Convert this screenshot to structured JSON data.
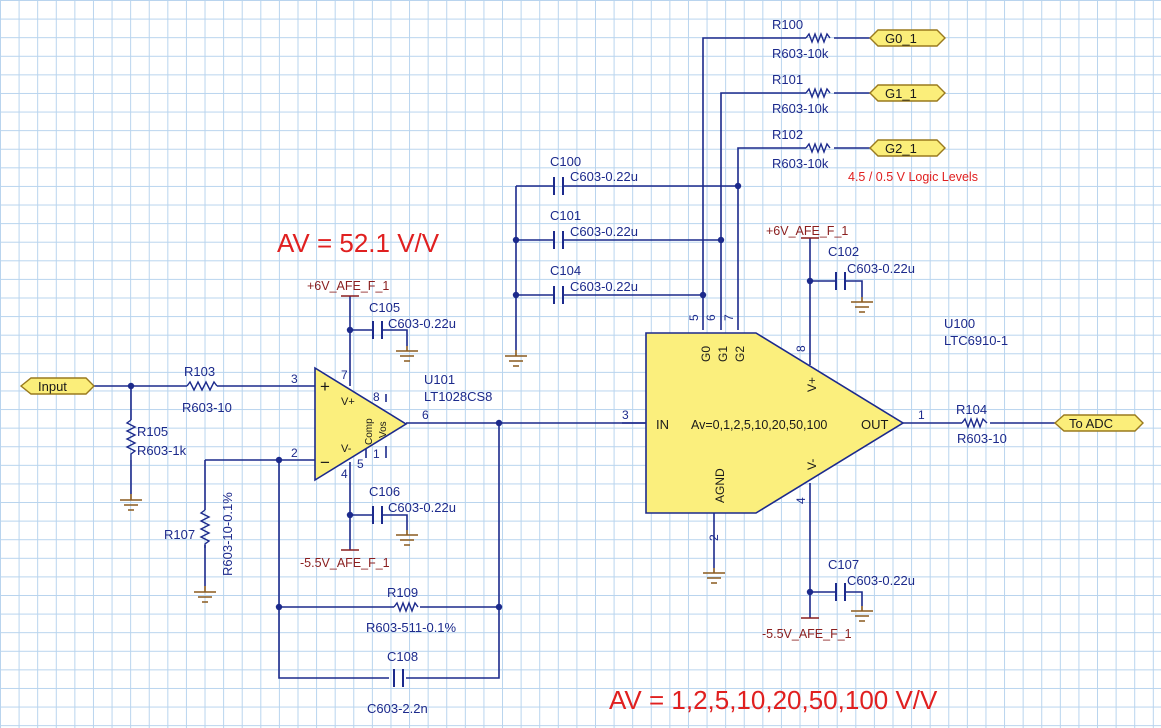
{
  "ports": {
    "input": "Input",
    "to_adc": "To ADC",
    "g0": "G0_1",
    "g1": "G1_1",
    "g2": "G2_1"
  },
  "annotations": {
    "gain_stage1": "AV = 52.1 V/V",
    "gain_stage2": "AV = 1,2,5,10,20,50,100 V/V",
    "logic_levels": "4.5 / 0.5 V Logic Levels"
  },
  "power": {
    "pos_u101": "+6V_AFE_F_1",
    "neg_u101": "-5.5V_AFE_F_1",
    "pos_u100": "+6V_AFE_F_1",
    "neg_u100": "-5.5V_AFE_F_1"
  },
  "resistors": {
    "r100": {
      "ref": "R100",
      "value": "R603-10k"
    },
    "r101": {
      "ref": "R101",
      "value": "R603-10k"
    },
    "r102": {
      "ref": "R102",
      "value": "R603-10k"
    },
    "r103": {
      "ref": "R103",
      "value": "R603-10"
    },
    "r104": {
      "ref": "R104",
      "value": "R603-10"
    },
    "r105": {
      "ref": "R105",
      "value": "R603-1k"
    },
    "r107": {
      "ref": "R107",
      "value": "R603-10-0.1%"
    },
    "r109": {
      "ref": "R109",
      "value": "R603-511-0.1%"
    }
  },
  "capacitors": {
    "c100": {
      "ref": "C100",
      "value": "C603-0.22u"
    },
    "c101": {
      "ref": "C101",
      "value": "C603-0.22u"
    },
    "c104": {
      "ref": "C104",
      "value": "C603-0.22u"
    },
    "c102": {
      "ref": "C102",
      "value": "C603-0.22u"
    },
    "c105": {
      "ref": "C105",
      "value": "C603-0.22u"
    },
    "c106": {
      "ref": "C106",
      "value": "C603-0.22u"
    },
    "c107": {
      "ref": "C107",
      "value": "C603-0.22u"
    },
    "c108": {
      "ref": "C108",
      "value": "C603-2.2n"
    }
  },
  "u101": {
    "ref": "U101",
    "part": "LT1028CS8",
    "plus": "+",
    "minus": "−",
    "vplus": "V+",
    "vminus": "V-",
    "comp": "Comp",
    "vos": "Vos",
    "pins": {
      "p1": "1",
      "p2": "2",
      "p3": "3",
      "p4": "4",
      "p5": "5",
      "p6": "6",
      "p7": "7",
      "p8": "8"
    }
  },
  "u100": {
    "ref": "U100",
    "part": "LTC6910-1",
    "in": "IN",
    "out": "OUT",
    "av": "Av=0,1,2,5,10,20,50,100",
    "agnd": "AGND",
    "vplus": "V+",
    "vminus": "V-",
    "g0": "G0",
    "g1": "G1",
    "g2": "G2",
    "pins": {
      "p1": "1",
      "p2": "2",
      "p3": "3",
      "p4": "4",
      "p5": "5",
      "p6": "6",
      "p7": "7",
      "p8": "8"
    }
  }
}
